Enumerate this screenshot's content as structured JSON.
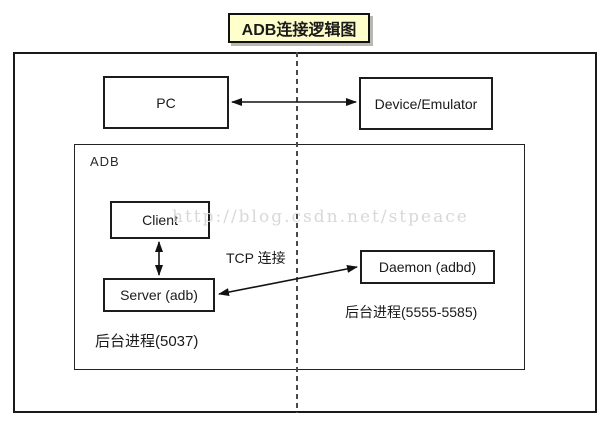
{
  "title": "ADB连接逻辑图",
  "watermark": "http://blog.csdn.net/stpeace",
  "colors": {
    "title_bg": "#ffffcc",
    "box_border": "#1a1a1a",
    "watermark_text": "#d8d8d8"
  },
  "diagram": {
    "group_label": "ADB",
    "nodes": {
      "pc": "PC",
      "device": "Device/Emulator",
      "client": "Client",
      "server": "Server (adb)",
      "daemon": "Daemon (adbd)"
    },
    "labels": {
      "tcp_connection": "TCP 连接",
      "server_process": "后台进程(5037)",
      "daemon_process": "后台进程(5555-5585)"
    }
  }
}
